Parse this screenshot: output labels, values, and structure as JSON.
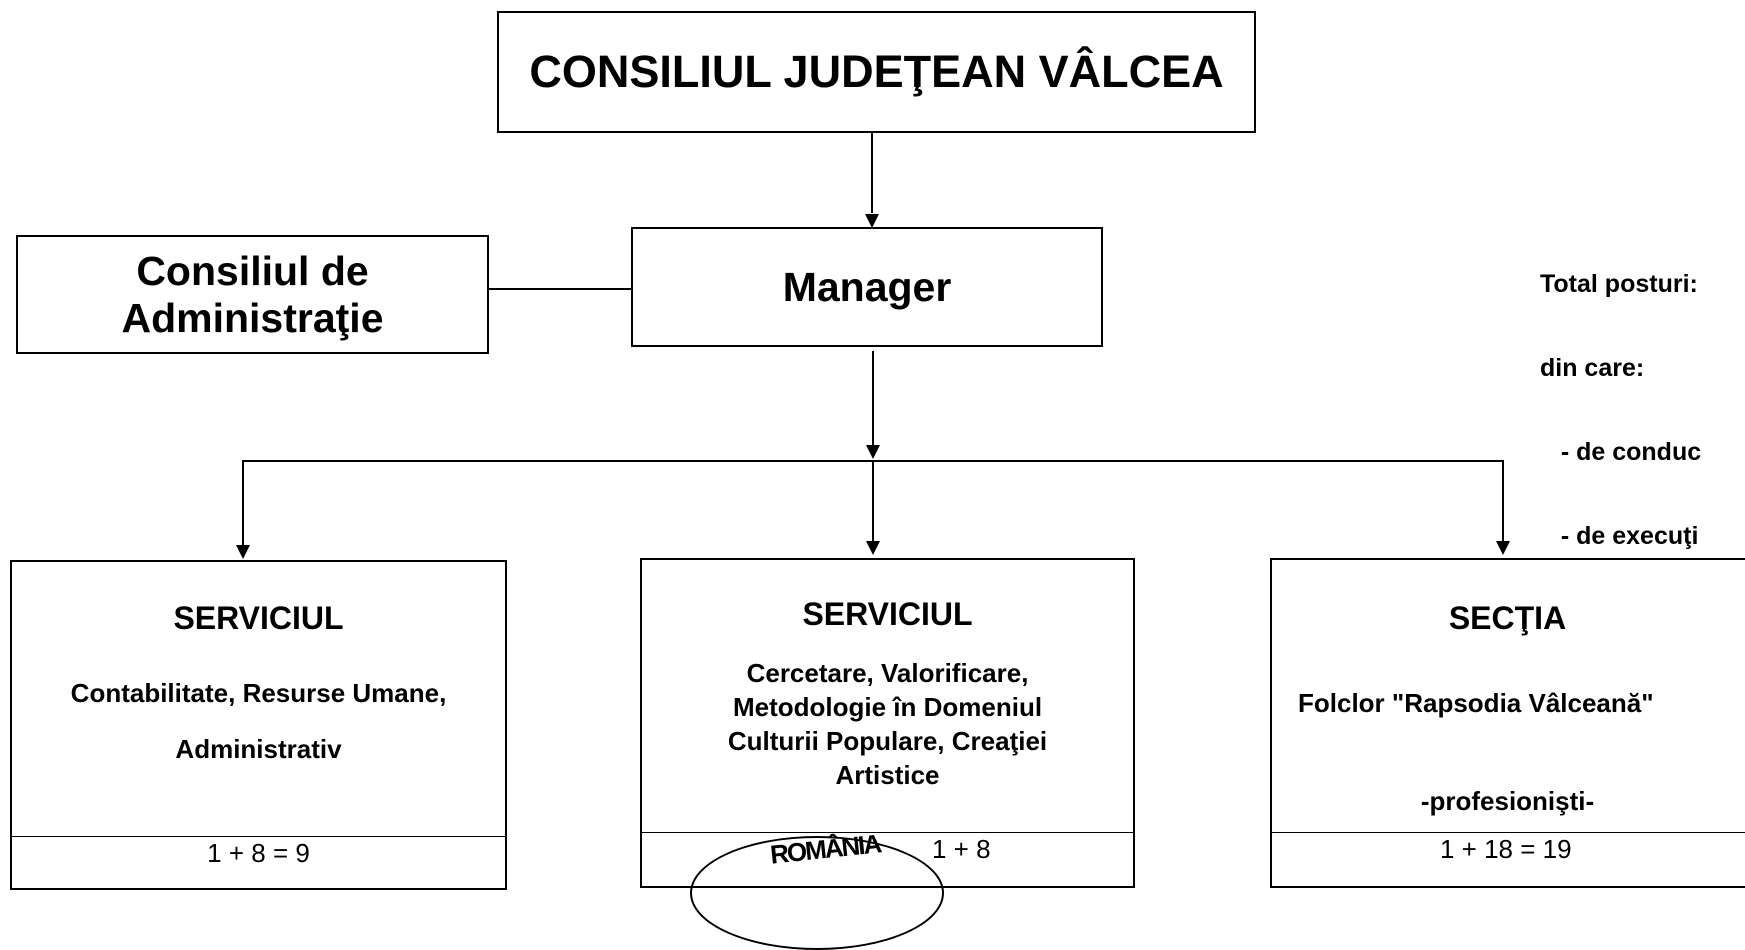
{
  "top_box": {
    "title": "CONSILIUL JUDEŢEAN VÂLCEA"
  },
  "board_box": {
    "line1": "Consiliul de",
    "line2": "Administraţie"
  },
  "manager_box": {
    "title": "Manager"
  },
  "totals": {
    "line1": "Total posturi:",
    "line2": "din care:",
    "line3": "   - de conduc",
    "line4": "   - de execuţi"
  },
  "departments": [
    {
      "title": "SERVICIUL",
      "lines": [
        "Contabilitate, Resurse Umane,",
        "Administrativ"
      ],
      "count": "1 + 8 = 9"
    },
    {
      "title": "SERVICIUL",
      "lines": [
        "Cercetare, Valorificare,",
        "Metodologie în Domeniul",
        "Culturii Populare, Creaţiei",
        "Artistice"
      ],
      "count": "1 + 8"
    },
    {
      "title": "SECŢIA",
      "lines": [
        "Folclor \"Rapsodia Vâlceană\"",
        "-profesionişti-"
      ],
      "count": "1 + 18 = 19"
    }
  ],
  "stamp": {
    "text": "ROMÂNIA"
  }
}
